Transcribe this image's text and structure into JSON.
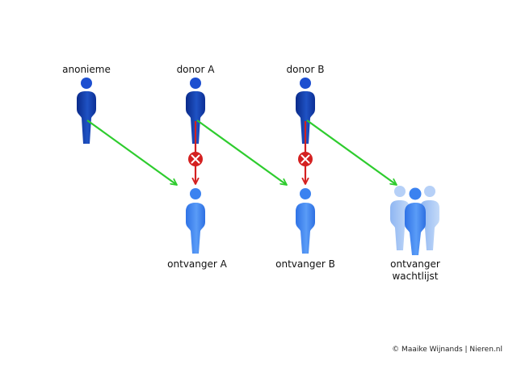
{
  "labels": {
    "anonymous": "anonieme",
    "donor_a": "donor A",
    "donor_b": "donor B",
    "recipient_a": "ontvanger A",
    "recipient_b": "ontvanger B",
    "recipient_waitlist_line1": "ontvanger",
    "recipient_waitlist_line2": "wachtlijst"
  },
  "credit": "© Maaike Wijnands | Nieren.nl",
  "icons": {
    "donor_person": "person-icon",
    "recipient_person": "person-icon",
    "waitlist_group": "group-icon",
    "blocked": "blocked-icon"
  },
  "colors": {
    "donor_dark": "#0a2a8a",
    "donor_light": "#2a6fe0",
    "recipient": "#3b82f0",
    "recipient_light": "#a8c8f6",
    "green_arrow": "#2ecc2e",
    "red_block": "#d42020"
  }
}
